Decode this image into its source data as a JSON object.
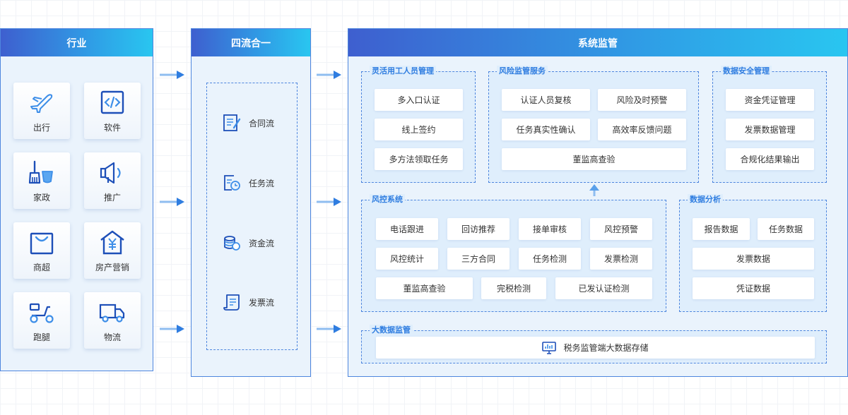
{
  "colors": {
    "accent": "#2f7de0",
    "border": "#4e86de",
    "panel_bg": "#eaf3fc",
    "group_bg": "#dfeefc"
  },
  "industry": {
    "title": "行业",
    "items": [
      {
        "label": "出行",
        "icon": "airplane-icon"
      },
      {
        "label": "软件",
        "icon": "code-icon"
      },
      {
        "label": "家政",
        "icon": "broom-bucket-icon"
      },
      {
        "label": "推广",
        "icon": "megaphone-icon"
      },
      {
        "label": "商超",
        "icon": "shopping-bag-icon"
      },
      {
        "label": "房产营销",
        "icon": "house-yen-icon"
      },
      {
        "label": "跑腿",
        "icon": "scooter-icon"
      },
      {
        "label": "物流",
        "icon": "truck-icon"
      }
    ]
  },
  "flows": {
    "title": "四流合一",
    "items": [
      {
        "label": "合同流",
        "icon": "contract-icon"
      },
      {
        "label": "任务流",
        "icon": "task-clock-icon"
      },
      {
        "label": "资金流",
        "icon": "coins-icon"
      },
      {
        "label": "发票流",
        "icon": "invoice-icon"
      }
    ]
  },
  "supervision": {
    "title": "系统监管",
    "flexible": {
      "title": "灵活用工人员管理",
      "items": [
        "多入口认证",
        "线上签约",
        "多方法领取任务"
      ]
    },
    "risk_service": {
      "title": "风险监管服务",
      "items": [
        "认证人员复核",
        "风险及时预警",
        "任务真实性确认",
        "高效率反馈问题",
        "董监高查验"
      ]
    },
    "data_security": {
      "title": "数据安全管理",
      "items": [
        "资金凭证管理",
        "发票数据管理",
        "合规化结果输出"
      ]
    },
    "risk_system": {
      "title": "风控系统",
      "items": [
        "电话跟进",
        "回访推荐",
        "接单审核",
        "风控预警",
        "风控统计",
        "三方合同",
        "任务检测",
        "发票检测",
        "董监高查验",
        "完税检测",
        "已发认证检测"
      ]
    },
    "data_analysis": {
      "title": "数据分析",
      "items": [
        "报告数据",
        "任务数据",
        "发票数据",
        "凭证数据"
      ]
    },
    "big_data": {
      "title": "大数据监管",
      "item": "税务监管端大数据存储",
      "icon": "monitor-chart-icon"
    }
  }
}
